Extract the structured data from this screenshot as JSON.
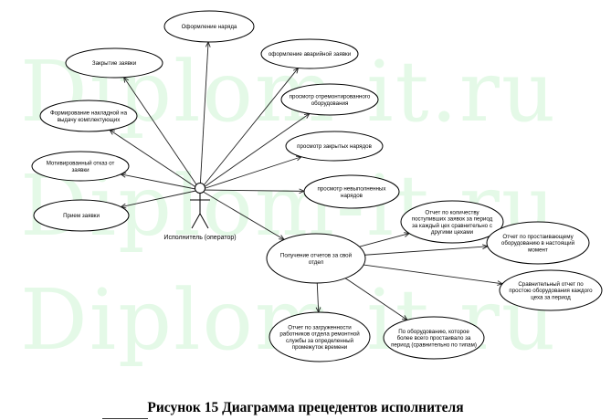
{
  "watermark": "Diplom-it.ru",
  "actor": {
    "label": "Исполнитель (оператор)"
  },
  "use_cases": [
    {
      "id": "order",
      "label": "Оформление наряда"
    },
    {
      "id": "emergency",
      "label": "оформление аварийной заявки"
    },
    {
      "id": "close",
      "label": "Закрытие заявки"
    },
    {
      "id": "repaired",
      "label": "просмотр отремонтированного оборудования"
    },
    {
      "id": "invoice",
      "label": "Формирование накладной на выдачу комплектующих"
    },
    {
      "id": "closed_orders",
      "label": "просмотр закрытых нарядов"
    },
    {
      "id": "refusal",
      "label": "Мотивированный отказ от заявки"
    },
    {
      "id": "unfulfilled",
      "label": "просмотр невыполненных нарядов"
    },
    {
      "id": "accept",
      "label": "Прием заявки"
    },
    {
      "id": "reports",
      "label": "Получение отчетов за свой отдел"
    },
    {
      "id": "rep_count",
      "label": "Отчет по количеству поступивших заявок за период за каждый цех сравнительно с другими цехами"
    },
    {
      "id": "rep_idle_now",
      "label": "Отчет по простаивающему оборудованию в настоящий момент"
    },
    {
      "id": "rep_idle_cmp",
      "label": "Сравнительный отчет по простою оборудования каждого цеха за период"
    },
    {
      "id": "rep_idle_type",
      "label": "По оборудованию, которое более всего простаивало за период (сравнительно по типам)"
    },
    {
      "id": "rep_load",
      "label": "Отчет по загруженности работников отдела ремонтной службы за определенный промежуток времени"
    }
  ],
  "caption": "Рисунок 15  Диаграмма прецедентов исполнителя"
}
